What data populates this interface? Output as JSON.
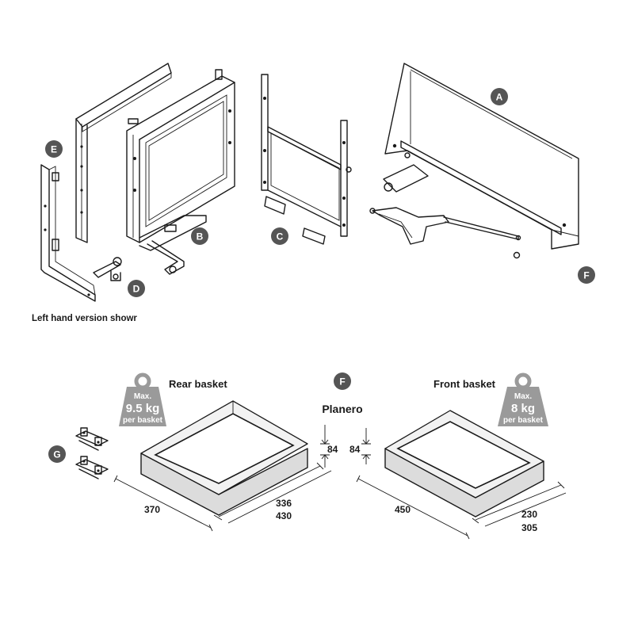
{
  "caption": "Left hand version showr",
  "parts": {
    "a": "A",
    "b": "B",
    "c": "C",
    "d": "D",
    "e": "E",
    "f_top": "F",
    "f_mid": "F",
    "g": "G"
  },
  "brand": "Planero",
  "rear_basket": {
    "title": "Rear basket",
    "weight": {
      "line1": "Max.",
      "line2": "9.5 kg",
      "line3": "per basket"
    },
    "height": "84",
    "depth": "370",
    "width_min": "336",
    "width_max": "430"
  },
  "front_basket": {
    "title": "Front basket",
    "weight": {
      "line1": "Max.",
      "line2": "8 kg",
      "line3": "per basket"
    },
    "height": "84",
    "depth": "450",
    "width_min": "230",
    "width_max": "305"
  },
  "colors": {
    "badge": "#555555",
    "weight_icon": "#9a9a9a",
    "line": "#1a1a1a"
  }
}
